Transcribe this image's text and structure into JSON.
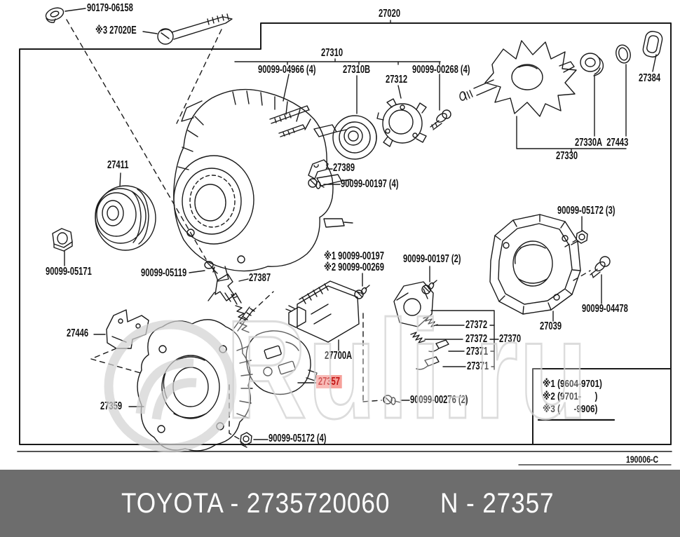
{
  "diagram": {
    "labels": [
      {
        "text": "90179-06158"
      },
      {
        "text": "※3 27020E"
      },
      {
        "text": "27020"
      },
      {
        "text": "27310"
      },
      {
        "text": "90099-04966 (4)"
      },
      {
        "text": "27310B"
      },
      {
        "text": "27312"
      },
      {
        "text": "90099-00268 (4)"
      },
      {
        "text": "27384"
      },
      {
        "text": "27330A  27443"
      },
      {
        "text": "27330"
      },
      {
        "text": "27411"
      },
      {
        "text": "90099-05171"
      },
      {
        "text": "90099-05119"
      },
      {
        "text": "27387"
      },
      {
        "text": "27389"
      },
      {
        "text": "90099-00197 (4)"
      },
      {
        "text": "※1 90099-00197"
      },
      {
        "text": "※2 90099-00269"
      },
      {
        "text": "90099-00197 (2)"
      },
      {
        "text": "90099-05172 (3)"
      },
      {
        "text": "90099-04478"
      },
      {
        "text": "27039"
      },
      {
        "text": "27372"
      },
      {
        "text": "27372"
      },
      {
        "text": "27370"
      },
      {
        "text": "27371"
      },
      {
        "text": "27371"
      },
      {
        "text": "27700A"
      },
      {
        "text": "90099-00276 (2)"
      },
      {
        "text": "27446"
      },
      {
        "text": "27359"
      },
      {
        "text": "90099-05172 (4)"
      },
      {
        "text": "27357"
      }
    ],
    "notes": [
      "※1 (9604-9701)",
      "※2 (9701-      )",
      "※3 (      -9906)"
    ],
    "code": "190006-C",
    "highlight": {
      "part": "27357",
      "bg": "#f6a09a",
      "color": "#c01212"
    }
  },
  "watermark": {
    "text": "Ruli.ru"
  },
  "footer": {
    "left": "TOYOTA - 2735720060",
    "right": "N - 27357",
    "bg": "#6d6d6d",
    "text_color": "#ffffff"
  }
}
